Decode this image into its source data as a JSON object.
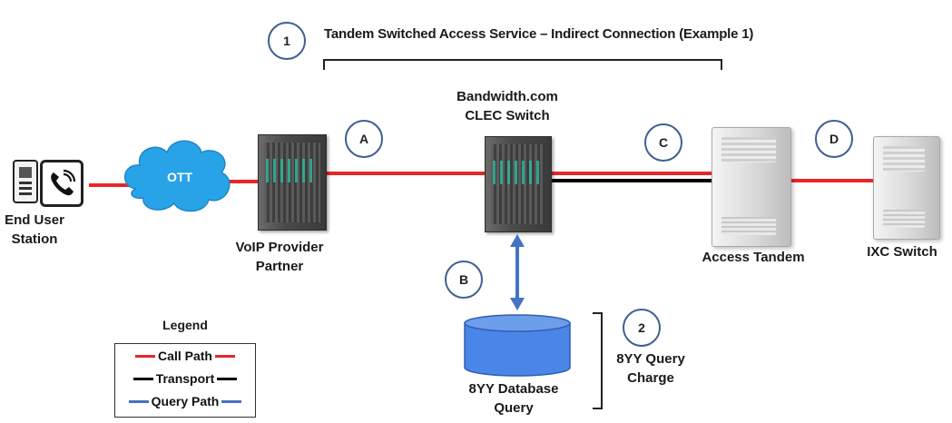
{
  "title": "Tandem Switched Access Service – Indirect Connection (Example 1)",
  "markers": {
    "one": "1",
    "two": "2",
    "a": "A",
    "b": "B",
    "c": "C",
    "d": "D"
  },
  "nodes": {
    "ott": "OTT",
    "end_user": "End User Station",
    "voip": "VoIP Provider Partner",
    "clec": "Bandwidth.com CLEC Switch",
    "tandem": "Access Tandem",
    "ixc": "IXC Switch",
    "db": "8YY Database Query",
    "charge": "8YY Query Charge"
  },
  "legend": {
    "title": "Legend",
    "items": [
      {
        "label": "Call Path",
        "color": "#e8262a"
      },
      {
        "label": "Transport",
        "color": "#000000"
      },
      {
        "label": "Query Path",
        "color": "#4472c4"
      }
    ]
  },
  "colors": {
    "call_path": "#e8262a",
    "transport": "#000000",
    "query_path": "#4472c4",
    "cloud": "#29a3e8",
    "database": "#4a86e8"
  }
}
